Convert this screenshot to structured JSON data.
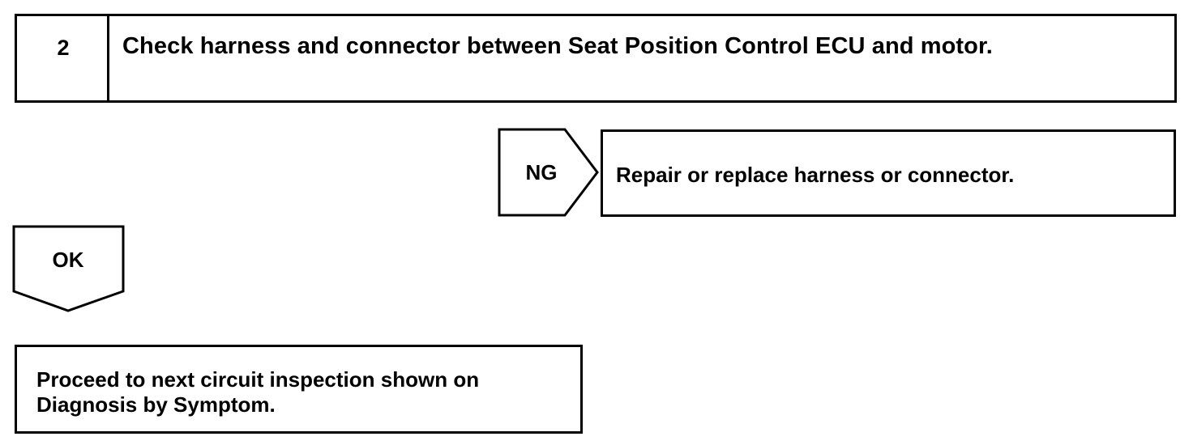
{
  "step": {
    "number": "2",
    "title": "Check harness and connector between Seat Position Control ECU and motor."
  },
  "ng_branch": {
    "label": "NG",
    "result": "Repair or replace harness or connector."
  },
  "ok_branch": {
    "label": "OK"
  },
  "final": {
    "line1": "Proceed to next circuit inspection shown on",
    "line2": "Diagnosis by Symptom."
  }
}
